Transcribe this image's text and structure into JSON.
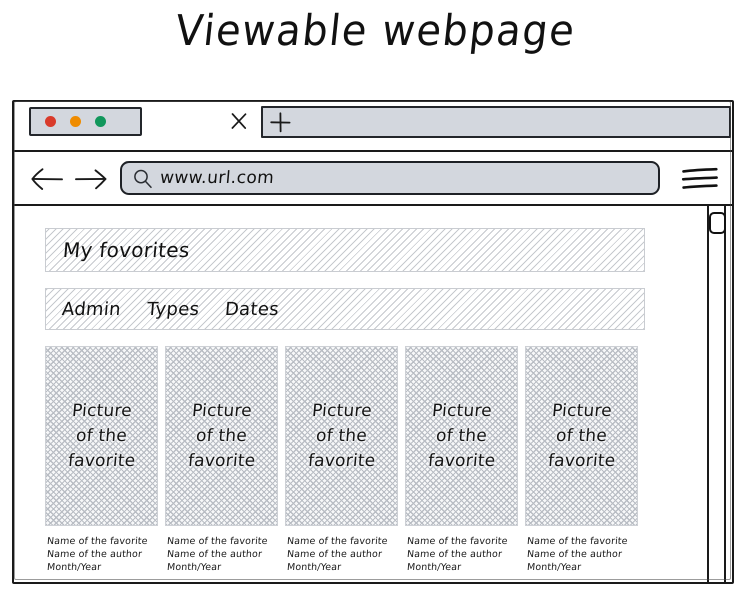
{
  "page": {
    "title": "Viewable webpage"
  },
  "browser": {
    "tab_bar": {
      "window_controls": [
        {
          "name": "close-dot",
          "color": "#d93b2b"
        },
        {
          "name": "minimize-dot",
          "color": "#ef8c00"
        },
        {
          "name": "maximize-dot",
          "color": "#11975c"
        }
      ],
      "close_tab_icon": "close-icon",
      "new_tab_icon": "plus-icon"
    },
    "toolbar": {
      "back_icon": "arrow-left-icon",
      "forward_icon": "arrow-right-icon",
      "search_icon": "search-icon",
      "address_value": "www.url.com",
      "address_placeholder": "www.url.com",
      "menu_icon": "hamburger-menu-icon"
    },
    "scrollbar": {
      "thumb_name": "scrollbar-thumb"
    }
  },
  "content": {
    "header_title": "My fovorites",
    "nav_items": [
      {
        "label": "Admin"
      },
      {
        "label": "Types"
      },
      {
        "label": "Dates"
      }
    ],
    "cards": [
      {
        "thumb_lines": [
          "Picture",
          "of the",
          "favorite"
        ],
        "caption_lines": [
          "Name of the favorite",
          "Name of the author",
          "Month/Year"
        ]
      },
      {
        "thumb_lines": [
          "Picture",
          "of the",
          "favorite"
        ],
        "caption_lines": [
          "Name of the favorite",
          "Name of the author",
          "Month/Year"
        ]
      },
      {
        "thumb_lines": [
          "Picture",
          "of the",
          "favorite"
        ],
        "caption_lines": [
          "Name of the favorite",
          "Name of the author",
          "Month/Year"
        ]
      },
      {
        "thumb_lines": [
          "Picture",
          "of the",
          "favorite"
        ],
        "caption_lines": [
          "Name of the favorite",
          "Name of the author",
          "Month/Year"
        ]
      },
      {
        "thumb_lines": [
          "Picture",
          "of the",
          "favorite"
        ],
        "caption_lines": [
          "Name of the favorite",
          "Name of the author",
          "Month/Year"
        ]
      }
    ]
  }
}
